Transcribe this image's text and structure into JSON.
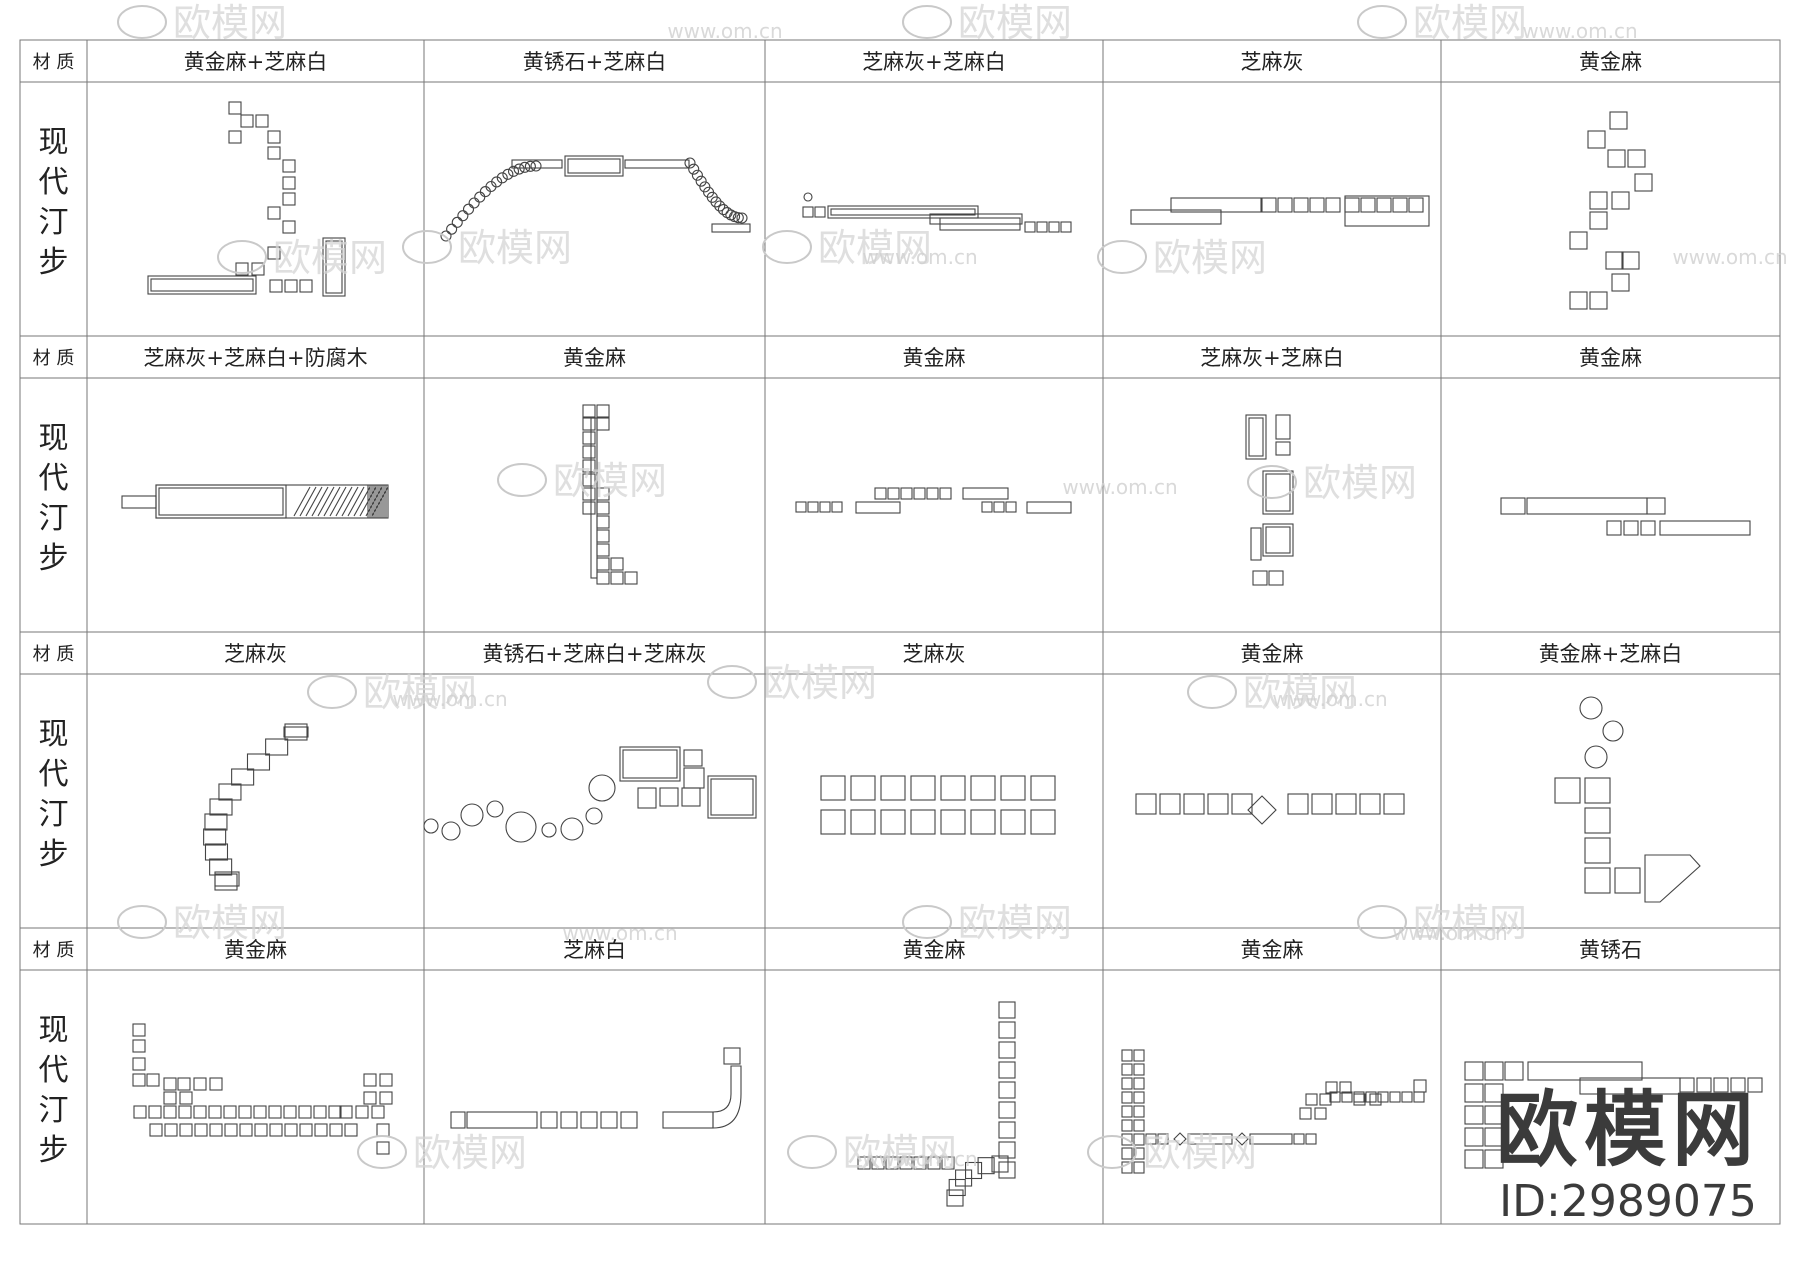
{
  "header_label": "材 质",
  "row_label_chars": [
    "现",
    "代",
    "汀",
    "步"
  ],
  "rows": [
    [
      "黄金麻+芝麻白",
      "黄锈石+芝麻白",
      "芝麻灰+芝麻白",
      "芝麻灰",
      "黄金麻"
    ],
    [
      "芝麻灰+芝麻白+防腐木",
      "黄金麻",
      "黄金麻",
      "芝麻灰+芝麻白",
      "黄金麻"
    ],
    [
      "芝麻灰",
      "黄锈石+芝麻白+芝麻灰",
      "芝麻灰",
      "黄金麻",
      "黄金麻+芝麻白"
    ],
    [
      "黄金麻",
      "芝麻白",
      "黄金麻",
      "黄金麻",
      "黄锈石"
    ]
  ],
  "watermark": {
    "brand": "欧模网",
    "url": "www.om.cn",
    "id": "ID:2989075"
  }
}
